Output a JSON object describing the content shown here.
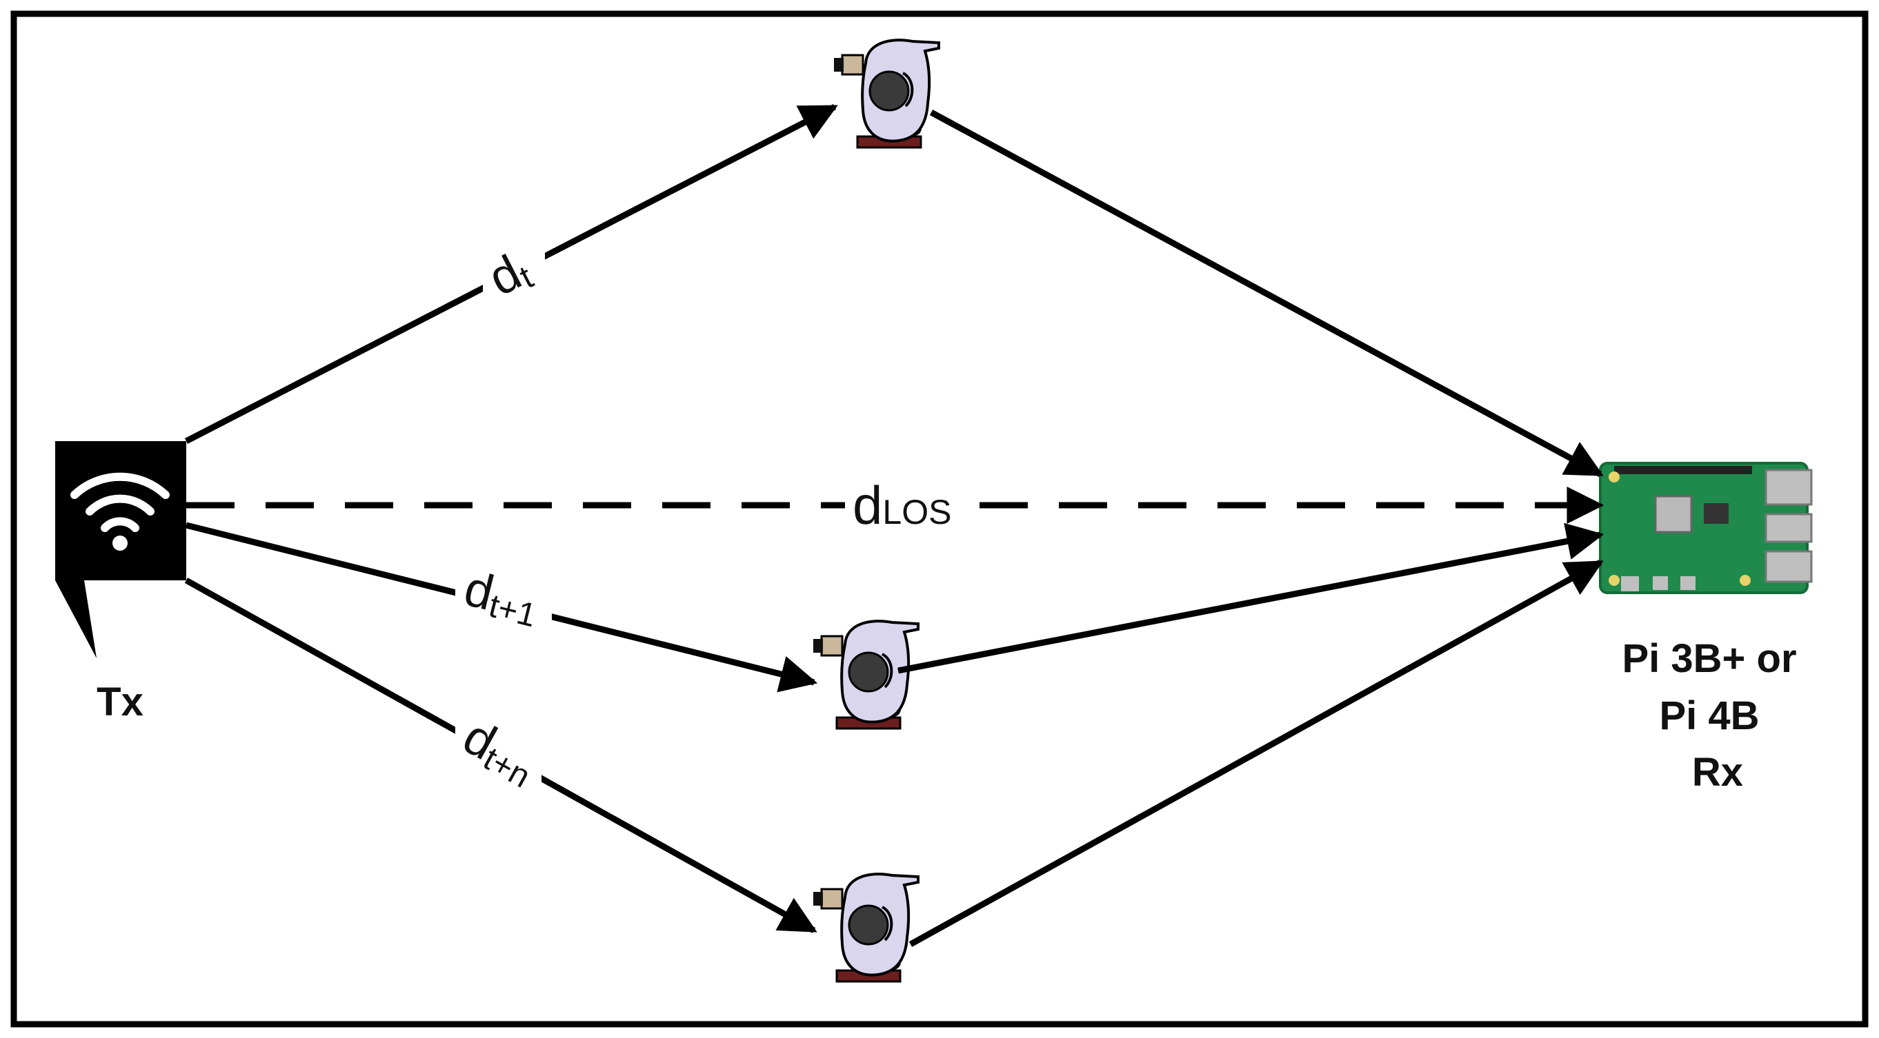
{
  "colors": {
    "ink": "#000000",
    "pcb_green": "#1f8a4c",
    "pcb_dark": "#156b39",
    "chip": "#b9b9b9",
    "metal": "#bfbfbf",
    "coat": "#d9d6ee",
    "head": "#3a3a3a",
    "skin": "#cbb89a",
    "seat": "#6b1e1e"
  },
  "icons": {
    "transmitter": "wifi-router-icon",
    "receiver": "raspberry-pi-board-icon",
    "person": "person-topdown-icon"
  },
  "labels": {
    "tx": "Tx",
    "rx_line1": "Pi 3B+ or",
    "rx_line2": "Pi 4B",
    "rx_line3": "Rx",
    "d_t": {
      "base": "d",
      "sub": "t"
    },
    "d_los": {
      "base": "d",
      "sub": "LOS"
    },
    "d_t1": {
      "base": "d",
      "sub": "t+1"
    },
    "d_tn": {
      "base": "d",
      "sub": "t+n"
    }
  }
}
